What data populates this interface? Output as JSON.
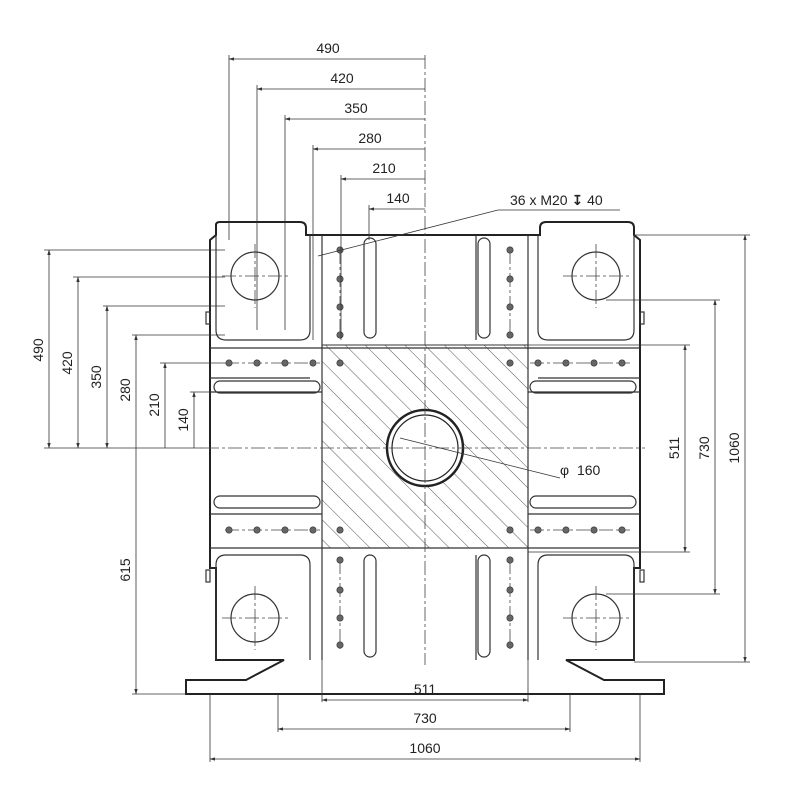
{
  "drawing": {
    "top_dims": [
      "490",
      "420",
      "350",
      "280",
      "210",
      "140"
    ],
    "left_dims": [
      "490",
      "420",
      "350",
      "280",
      "210",
      "140"
    ],
    "left_lower_dim": "615",
    "right_dims": [
      "511",
      "730",
      "1060"
    ],
    "bottom_dims": [
      "511",
      "730",
      "1060"
    ],
    "thread_callout": {
      "prefix": "36 x M20",
      "depth_symbol": "↧",
      "depth": "40"
    },
    "center_bore": {
      "symbol": "φ",
      "diameter": "160"
    }
  }
}
